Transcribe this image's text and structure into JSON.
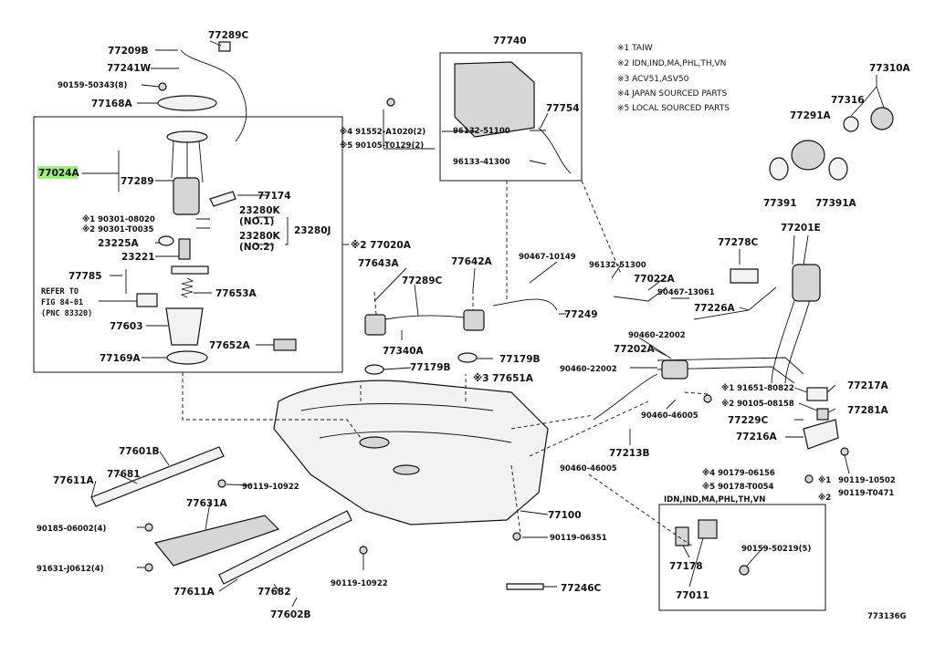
{
  "notes": [
    "※1 TAIW",
    "※2 IDN,IND,MA,PHL,TH,VN",
    "※3 ACV51,ASV50",
    "※4 JAPAN SOURCED PARTS",
    "※5 LOCAL SOURCED PARTS"
  ],
  "parts": {
    "p77209B": "77209B",
    "p77289C_top": "77289C",
    "p77241W": "77241W",
    "p90159_50343": "90159-50343(8)",
    "p77168A": "77168A",
    "p77740": "77740",
    "p77024A": "77024A",
    "p77289": "77289",
    "p77174": "77174",
    "p90301_08020": "※1 90301-08020",
    "p90301_T0035": "※2 90301-T0035",
    "p23280K_1": "23280K",
    "p23280K_1n": "(NO.1)",
    "p23280K_2": "23280K",
    "p23280K_2n": "(NO.2)",
    "p23280J": "23280J",
    "p23225A": "23225A",
    "p23221": "23221",
    "p77020A": "※2 77020A",
    "p77785": "77785",
    "p77653A": "77653A",
    "refer1": "REFER TO",
    "refer2": "FIG 84-01",
    "refer3": "(PNC 83320)",
    "p77603": "77603",
    "p77652A": "77652A",
    "p77169A": "77169A",
    "p91552": "※4 91552-A1020(2)",
    "p90105": "※5 90105-T0129(2)",
    "p96132_51100": "96132-51100",
    "p96133_41300": "96133-41300",
    "p77754": "77754",
    "p77310A": "77310A",
    "p77316": "77316",
    "p77291A": "77291A",
    "p77391": "77391",
    "p77391A": "77391A",
    "p77643A": "77643A",
    "p77642A": "77642A",
    "p77289C_mid": "77289C",
    "p90467_10149": "90467-10149",
    "p96132_51300": "96132-51300",
    "p77022A": "77022A",
    "p90467_13061": "90467-13061",
    "p77278C": "77278C",
    "p77201E": "77201E",
    "p77226A": "77226A",
    "p77249": "77249",
    "p77340A": "77340A",
    "p77179B_a": "77179B",
    "p77179B_b": "77179B",
    "p77651A": "※3 77651A",
    "p90460_22002_a": "90460-22002",
    "p77202A": "77202A",
    "p90460_22002_b": "90460-22002",
    "p191651": "※1 91651-80822",
    "p290105": "※2 90105-08158",
    "p77217A": "77217A",
    "p77281A": "77281A",
    "p77229C": "77229C",
    "p77216A": "77216A",
    "p90460_46005_a": "90460-46005",
    "p77213B": "77213B",
    "p90460_46005_b": "90460-46005",
    "p4_90179": "※4 90179-06156",
    "p5_90178": "※5 90178-T0054",
    "mark1": "※1",
    "mark2": "※2",
    "p90119_10502": "90119-10502",
    "p90119_T0471": "90119-T0471",
    "p77601B": "77601B",
    "p77611A_a": "77611A",
    "p77681": "77681",
    "p90119_10922_a": "90119-10922",
    "p77631A": "77631A",
    "p90185_06002": "90185-06002(4)",
    "p91631_J0612": "91631-J0612(4)",
    "p77611A_b": "77611A",
    "p77682": "77682",
    "p77602B": "77602B",
    "p90119_10922_b": "90119-10922",
    "p77100": "77100",
    "p90119_06351": "90119-06351",
    "p77246C": "77246C",
    "region_header": "IDN,IND,MA,PHL,TH,VN",
    "p90159_50219": "90159-50219(5)",
    "p77178": "77178",
    "p77011": "77011",
    "figure_code": "773136G"
  },
  "colors": {
    "highlight": "#9ef07a",
    "ink": "#111111"
  }
}
